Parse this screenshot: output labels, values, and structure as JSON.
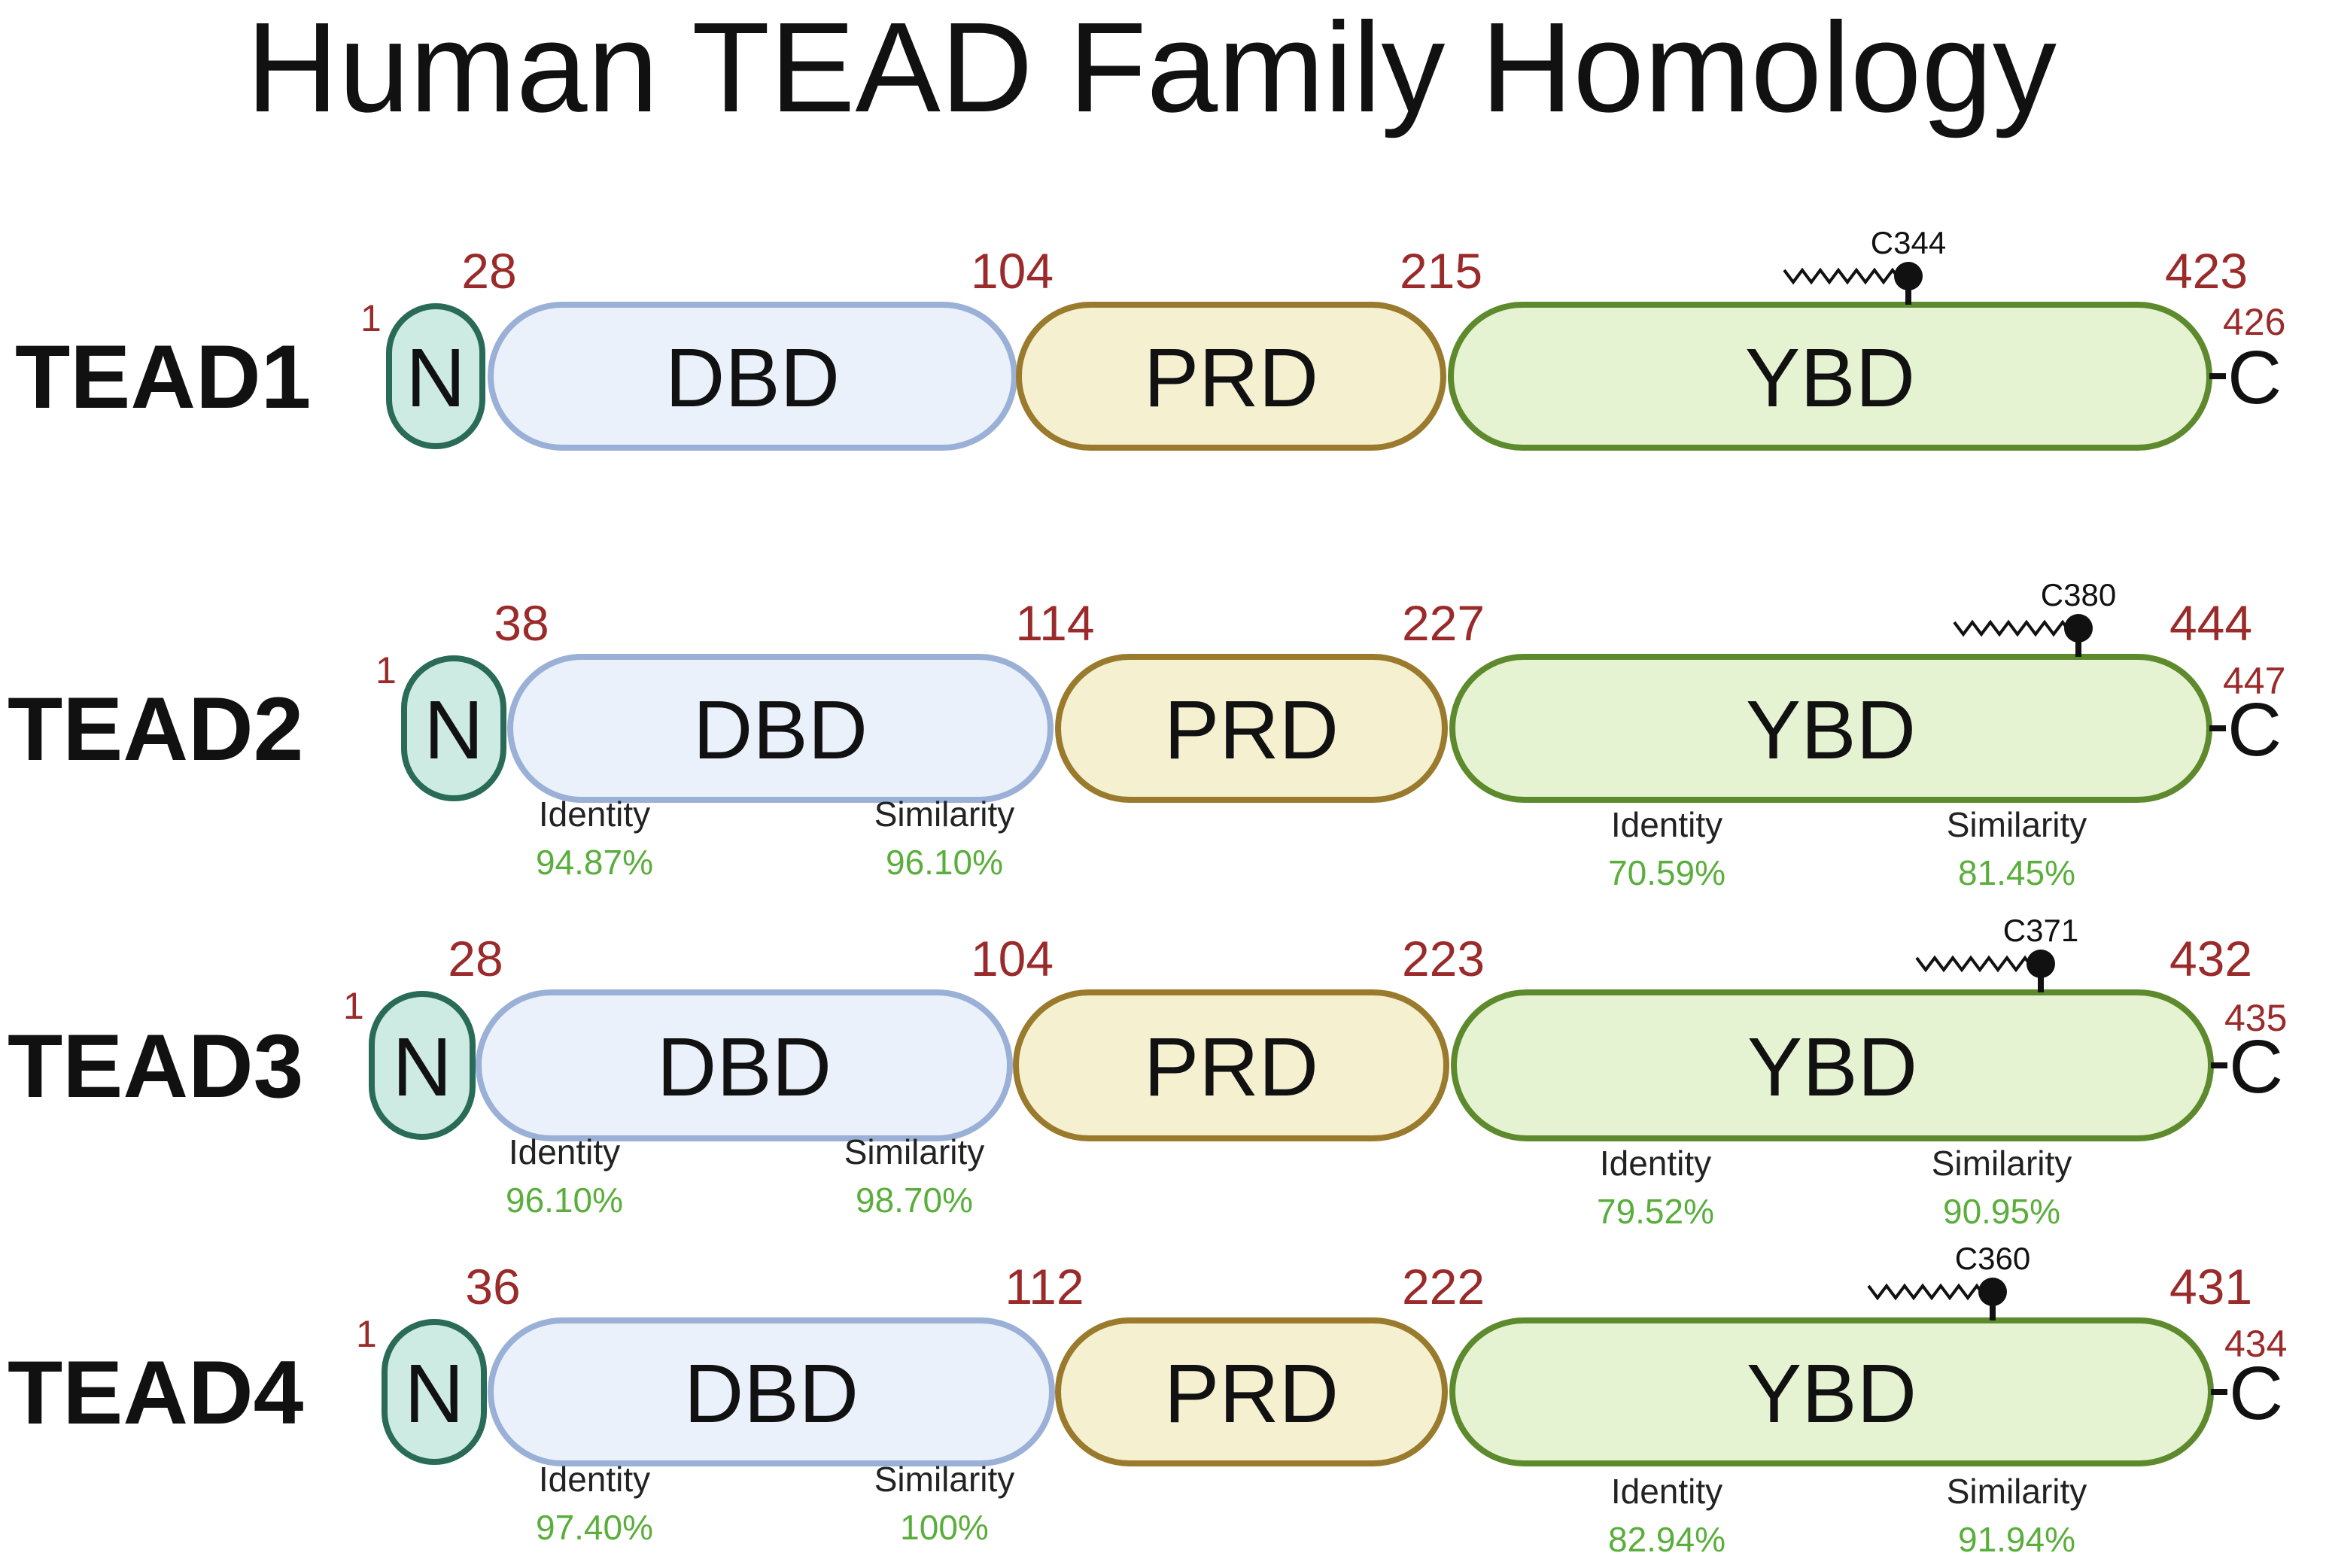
{
  "title": "Human TEAD Family Homology",
  "domain_labels": {
    "n": "N",
    "dbd": "DBD",
    "prd": "PRD",
    "ybd": "YBD",
    "c": "C"
  },
  "homology_labels": {
    "identity": "Identity",
    "similarity": "Similarity"
  },
  "colors": {
    "n_fill": "#cdeae3",
    "n_stroke": "#2a6b58",
    "dbd_fill": "#eaf1fb",
    "dbd_stroke": "#9ab0d6",
    "prd_fill": "#f4f0d0",
    "prd_stroke": "#9a7a2c",
    "ybd_fill": "#e6f3d2",
    "ybd_stroke": "#5e8a2e",
    "number": "#9b2a2a",
    "percent": "#5aae3c"
  },
  "proteins": [
    {
      "name": "TEAD1",
      "start": "1",
      "n_end": "28",
      "dbd_end": "104",
      "prd_end": "215",
      "ybd_end": "423",
      "length": "426",
      "site": "C344",
      "dbd_homology": null,
      "ybd_homology": null
    },
    {
      "name": "TEAD2",
      "start": "1",
      "n_end": "38",
      "dbd_end": "114",
      "prd_end": "227",
      "ybd_end": "444",
      "length": "447",
      "site": "C380",
      "dbd_homology": {
        "identity": "94.87%",
        "similarity": "96.10%"
      },
      "ybd_homology": {
        "identity": "70.59%",
        "similarity": "81.45%"
      }
    },
    {
      "name": "TEAD3",
      "start": "1",
      "n_end": "28",
      "dbd_end": "104",
      "prd_end": "223",
      "ybd_end": "432",
      "length": "435",
      "site": "C371",
      "dbd_homology": {
        "identity": "96.10%",
        "similarity": "98.70%"
      },
      "ybd_homology": {
        "identity": "79.52%",
        "similarity": "90.95%"
      }
    },
    {
      "name": "TEAD4",
      "start": "1",
      "n_end": "36",
      "dbd_end": "112",
      "prd_end": "222",
      "ybd_end": "431",
      "length": "434",
      "site": "C360",
      "dbd_homology": {
        "identity": "97.40%",
        "similarity": "100%"
      },
      "ybd_homology": {
        "identity": "82.94%",
        "similarity": "91.94%"
      }
    }
  ]
}
